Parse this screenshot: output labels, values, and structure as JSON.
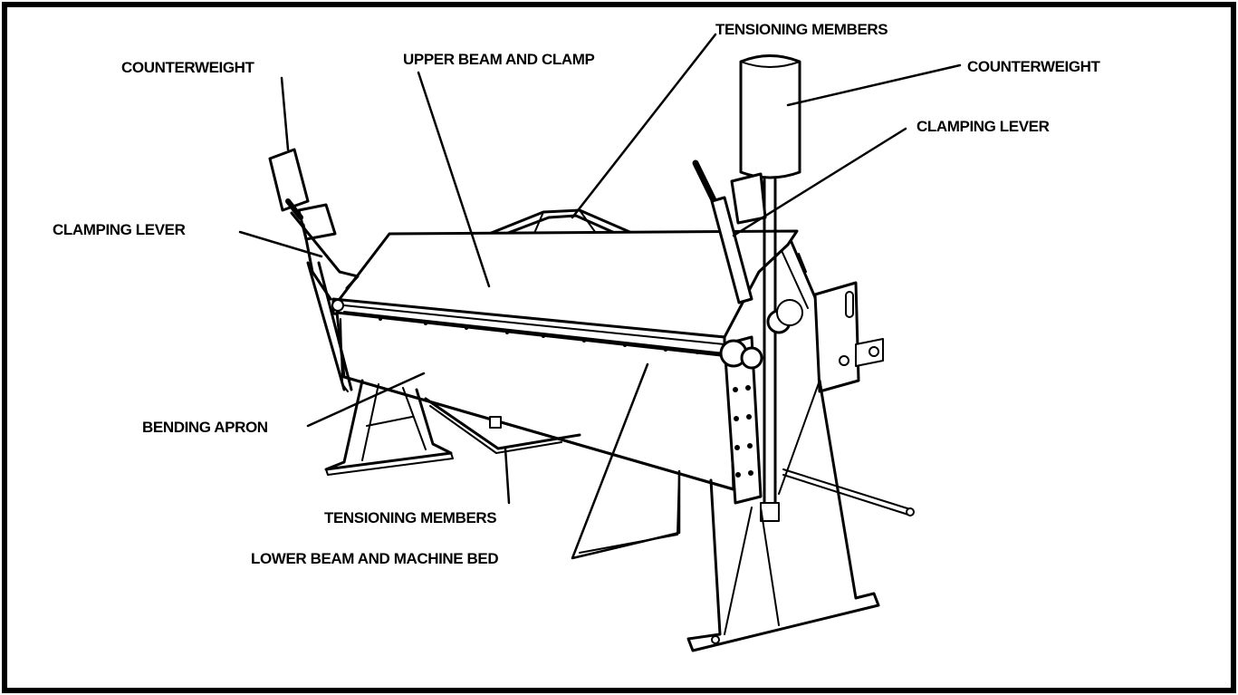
{
  "labels": {
    "counterweight_left": "COUNTERWEIGHT",
    "upper_beam": "UPPER BEAM AND CLAMP",
    "tensioning_top": "TENSIONING MEMBERS",
    "counterweight_right": "COUNTERWEIGHT",
    "clamping_lever_right": "CLAMPING LEVER",
    "clamping_lever_left": "CLAMPING LEVER",
    "bending_apron": "BENDING APRON",
    "tensioning_bottom": "TENSIONING MEMBERS",
    "lower_beam": "LOWER BEAM AND MACHINE BED"
  },
  "colors": {
    "ink": "#000000",
    "background": "#ffffff"
  }
}
